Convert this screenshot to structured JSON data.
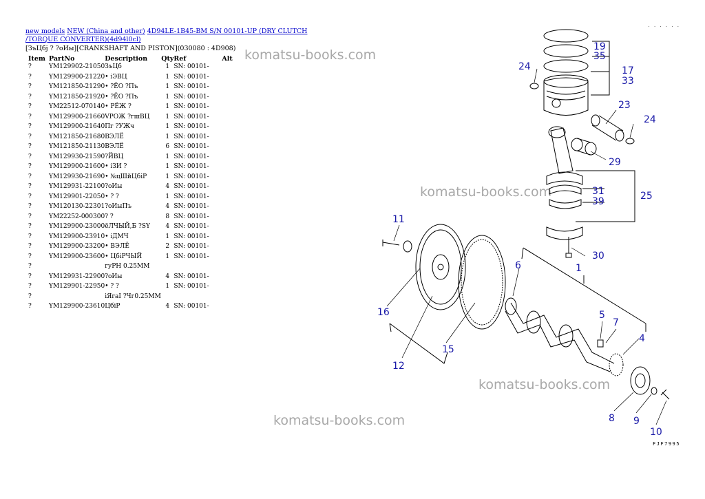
{
  "breadcrumb": {
    "link1": "new models",
    "link2": "NEW (China and other)",
    "link3": "4D94LE-1B45-BM S/N 00101-UP (DRY CLUTCH /TORQUE CONVERTER)(4d94l0cl)"
  },
  "section_title": "[ЗъЦбj ? ?оИы][CRANKSHAFT AND PISTON](030080 : 4D908)",
  "table": {
    "headers": [
      "Item",
      "PartNo",
      "Description",
      "Qty",
      "Ref",
      "Alt"
    ],
    "rows": [
      {
        "item": "?",
        "part": "YM129902-21050",
        "desc": "ЗъЦб",
        "qty": "1",
        "ref": "SN: 00101-"
      },
      {
        "item": "?",
        "part": "YM129900-21220",
        "desc": "• іЭВЦ",
        "qty": "1",
        "ref": "SN: 00101-"
      },
      {
        "item": "?",
        "part": "YM121850-21290",
        "desc": "• ?ЁО ?Пъ",
        "qty": "1",
        "ref": "SN: 00101-"
      },
      {
        "item": "?",
        "part": "YM121850-21920",
        "desc": "• ?ЁО ?Пъ",
        "qty": "1",
        "ref": "SN: 00101-"
      },
      {
        "item": "?",
        "part": "YM22512-070140",
        "desc": "• РЁЖ ?",
        "qty": "1",
        "ref": "SN: 00101-"
      },
      {
        "item": "?",
        "part": "YM129900-21660",
        "desc": "VРОЖ ?гшВЦ",
        "qty": "1",
        "ref": "SN: 00101-"
      },
      {
        "item": "?",
        "part": "YM129900-21640",
        "desc": "Пг ?УЖч",
        "qty": "1",
        "ref": "SN: 00101-"
      },
      {
        "item": "?",
        "part": "YM121850-21680",
        "desc": "ВЭЛЁ",
        "qty": "1",
        "ref": "SN: 00101-"
      },
      {
        "item": "?",
        "part": "YM121850-21130",
        "desc": "ВЭЛЁ",
        "qty": "6",
        "ref": "SN: 00101-"
      },
      {
        "item": "?",
        "part": "YM129930-21590",
        "desc": "?ЙВЦ",
        "qty": "1",
        "ref": "SN: 00101-"
      },
      {
        "item": "?",
        "part": "YM129900-21600",
        "desc": "• іЗИ ?",
        "qty": "1",
        "ref": "SN: 00101-"
      },
      {
        "item": "?",
        "part": "YM129930-21690",
        "desc": "• №цШйЦбіР",
        "qty": "1",
        "ref": "SN: 00101-"
      },
      {
        "item": "?",
        "part": "YM129931-22100",
        "desc": "?оИы",
        "qty": "4",
        "ref": "SN: 00101-"
      },
      {
        "item": "?",
        "part": "YM129901-22050",
        "desc": "• ? ?",
        "qty": "1",
        "ref": "SN: 00101-"
      },
      {
        "item": "?",
        "part": "YM120130-22301",
        "desc": "?оИыПъ",
        "qty": "4",
        "ref": "SN: 00101-"
      },
      {
        "item": "?",
        "part": "YM22252-000300",
        "desc": "? ?",
        "qty": "8",
        "ref": "SN: 00101-"
      },
      {
        "item": "?",
        "part": "YM129900-23000",
        "desc": "ёЛЧЫЙ,Б ?SY",
        "qty": "4",
        "ref": "SN: 00101-"
      },
      {
        "item": "?",
        "part": "YM129900-23910",
        "desc": "• іДМЧ",
        "qty": "1",
        "ref": "SN: 00101-"
      },
      {
        "item": "?",
        "part": "YM129900-23200",
        "desc": "• ВЭЛЁ",
        "qty": "2",
        "ref": "SN: 00101-"
      },
      {
        "item": "?",
        "part": "YM129900-23600",
        "desc": "• ЦбіРЧЫЙ",
        "qty": "1",
        "ref": "SN: 00101-"
      },
      {
        "item": "?",
        "part": "",
        "desc": "гуРН 0.25MM",
        "qty": "",
        "ref": ""
      },
      {
        "item": "?",
        "part": "YM129931-22900",
        "desc": "?оИы",
        "qty": "4",
        "ref": "SN: 00101-"
      },
      {
        "item": "?",
        "part": "YM129901-22950",
        "desc": "• ? ?",
        "qty": "1",
        "ref": "SN: 00101-"
      },
      {
        "item": "?",
        "part": "",
        "desc": "іЯгаІ ?Чг0.25MM",
        "qty": "",
        "ref": ""
      },
      {
        "item": "?",
        "part": "YM129900-23610",
        "desc": "ЦбіР",
        "qty": "4",
        "ref": "SN: 00101-"
      }
    ]
  },
  "watermark": "komatsu-books.com",
  "diagram_code": "FJF7995",
  "dots": ". . . . . .",
  "callouts": {
    "n1": "1",
    "n4": "4",
    "n5": "5",
    "n6": "6",
    "n7": "7",
    "n8": "8",
    "n9": "9",
    "n10": "10",
    "n11": "11",
    "n12": "12",
    "n15": "15",
    "n16": "16",
    "n17": "17",
    "n19": "19",
    "n23": "23",
    "n24a": "24",
    "n24b": "24",
    "n25": "25",
    "n29": "29",
    "n30": "30",
    "n31": "31",
    "n33": "33",
    "n35": "35",
    "n39": "39"
  },
  "colors": {
    "link": "#0000cc",
    "callout": "#1a1aa8",
    "watermark": "#a8a8a8"
  }
}
